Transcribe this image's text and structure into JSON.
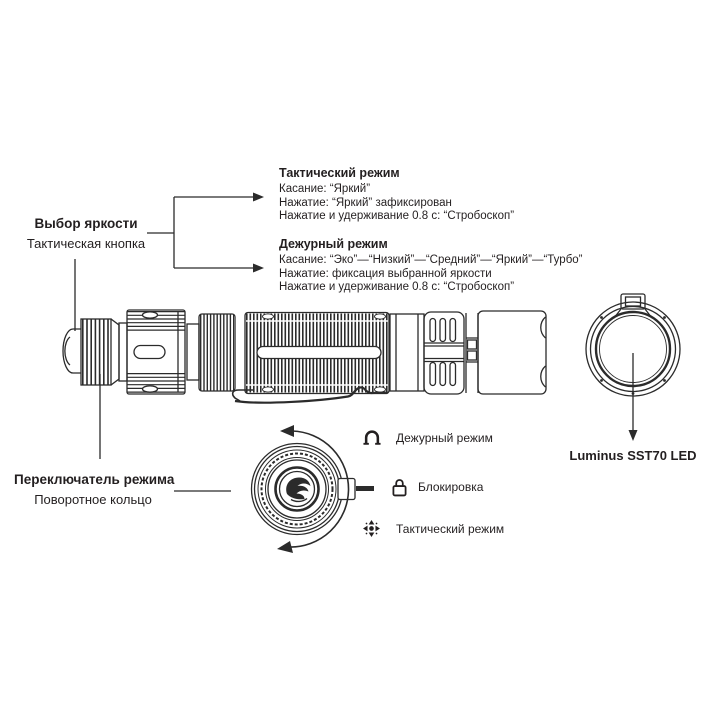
{
  "diagram": {
    "colors": {
      "ink": "#231f20"
    },
    "brightness_selector": {
      "title": "Выбор яркости",
      "subtitle": "Тактическая кнопка"
    },
    "tactical_mode": {
      "title": "Тактический режим",
      "lines": [
        "Касание: “Яркий”",
        "Нажатие: “Яркий” зафиксирован",
        "Нажатие и удерживание 0.8 с: “Стробоскоп”"
      ]
    },
    "duty_mode": {
      "title": "Дежурный режим",
      "lines": [
        "Касание: “Эко”—“Низкий”—“Средний”—“Яркий”—“Турбо”",
        "Нажатие: фиксация выбранной яркости",
        "Нажатие и удерживание 0.8 с: “Стробоскоп”"
      ]
    },
    "mode_switch": {
      "title": "Переключатель режима",
      "subtitle": "Поворотное кольцо"
    },
    "led": {
      "label": "Luminus SST70 LED"
    },
    "ring_positions": {
      "items": [
        {
          "icon": "standby-loop-icon",
          "label": "Дежурный режим"
        },
        {
          "icon": "lock-icon",
          "label": "Блокировка"
        },
        {
          "icon": "crosshair-icon",
          "label": "Тактический режим"
        }
      ]
    }
  }
}
